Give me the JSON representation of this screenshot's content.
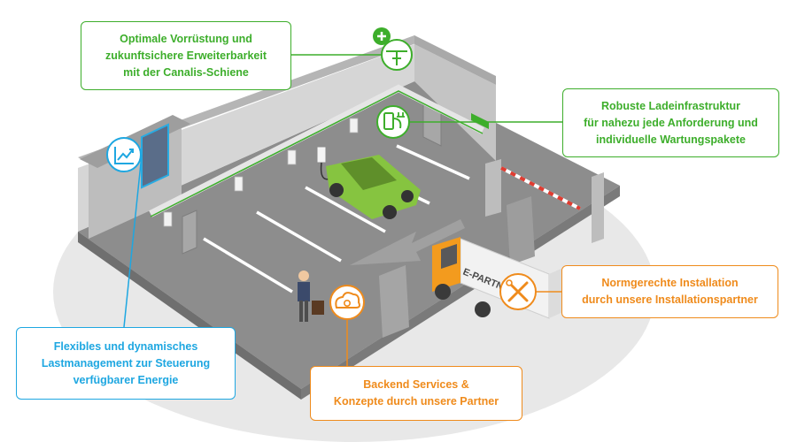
{
  "callouts": {
    "rail": {
      "lines": [
        "Optimale Vorrüstung und",
        "zukunftsichere Erweiterbarkeit",
        "mit der Canalis-Schiene"
      ],
      "color": "#3dae2b",
      "icon": "busbar-plus-icon"
    },
    "infrastructure": {
      "lines": [
        "Robuste Ladeinfrastruktur",
        "für nahezu jede Anforderung und",
        "individuelle Wartungspakete"
      ],
      "color": "#3dae2b",
      "icon": "ev-charger-icon"
    },
    "load_management": {
      "lines": [
        "Flexibles und dynamisches",
        "Lastmanagement zur Steuerung",
        "verfügbarer Energie"
      ],
      "color": "#1ea7e1",
      "icon": "chart-trend-icon"
    },
    "backend": {
      "lines": [
        "Backend Services &",
        "Konzepte durch unsere Partner"
      ],
      "color": "#ef8b1c",
      "icon": "cloud-gear-icon"
    },
    "installation": {
      "lines": [
        "Normgerechte Installation",
        "durch unsere Installationspartner"
      ],
      "color": "#ef8b1c",
      "icon": "tools-icon"
    }
  },
  "van": {
    "label": "E-PARTNER"
  }
}
